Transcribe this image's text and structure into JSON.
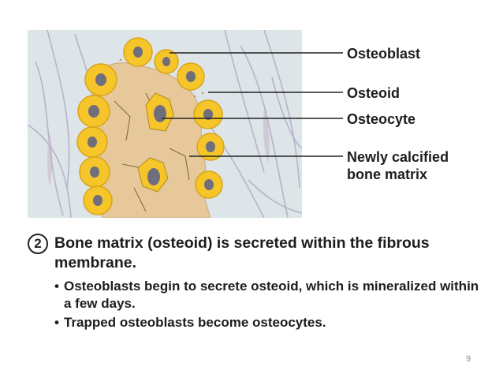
{
  "labels": {
    "osteoblast": "Osteoblast",
    "osteoid": "Osteoid",
    "osteocyte": "Osteocyte",
    "calcified_line1": "Newly calcified",
    "calcified_line2": "bone matrix"
  },
  "step": {
    "number": "2",
    "heading": "Bone matrix (osteoid) is secreted within the fibrous membrane."
  },
  "bullets": [
    "Osteoblasts begin to secrete osteoid, which is mineralized within a few days.",
    "Trapped osteoblasts become osteocytes."
  ],
  "page_number": "9",
  "colors": {
    "background_panel": "#dde5e9",
    "fiber": "#a7a2bb",
    "matrix": "#e6c89a",
    "cell": "#f5c52a",
    "nucleus": "#6e6e7c",
    "leader": "#222222"
  }
}
